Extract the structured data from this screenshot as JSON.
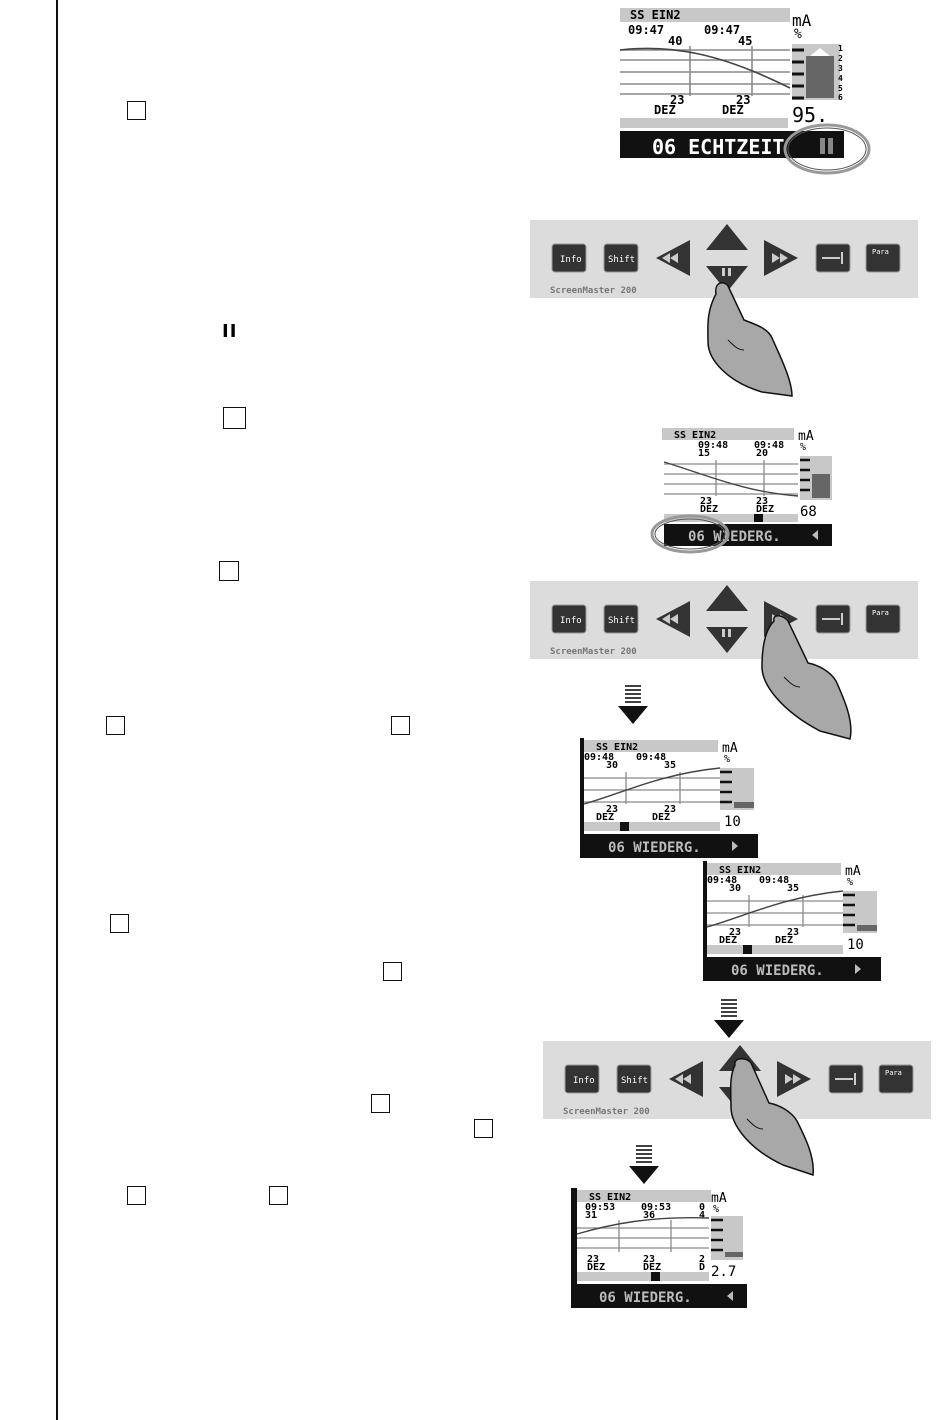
{
  "device": {
    "name": "ScreenMaster 200",
    "keys": {
      "info": "Info",
      "shift": "Shift",
      "para": "Para"
    }
  },
  "screens": {
    "s1": {
      "channel": "SS EIN2",
      "t1": "09:47",
      "s1": "40",
      "t2": "09:47",
      "s2": "45",
      "d1": "23",
      "m1": "DEZ",
      "d2": "23",
      "m2": "DEZ",
      "unit": "mA",
      "pct": "%",
      "value": "95.",
      "status": "06 ECHTZEIT",
      "scale": [
        "1",
        "2",
        "3",
        "4",
        "5",
        "6"
      ]
    },
    "s2": {
      "channel": "SS EIN2",
      "t1": "09:48",
      "s1": "15",
      "t2": "09:48",
      "s2": "20",
      "d1": "23",
      "m1": "DEZ",
      "d2": "23",
      "m2": "DEZ",
      "unit": "mA",
      "pct": "%",
      "value": "68",
      "status": "06 WIEDERG."
    },
    "s3": {
      "channel": "SS EIN2",
      "t1": "09:48",
      "s1": "30",
      "t2": "09:48",
      "s2": "35",
      "d1": "23",
      "m1": "DEZ",
      "d2": "23",
      "m2": "DEZ",
      "unit": "mA",
      "pct": "%",
      "value": "10",
      "status": "06 WIEDERG."
    },
    "s4": {
      "channel": "SS EIN2",
      "t1": "09:48",
      "s1": "30",
      "t2": "09:48",
      "s2": "35",
      "d1": "23",
      "m1": "DEZ",
      "d2": "23",
      "m2": "DEZ",
      "unit": "mA",
      "pct": "%",
      "value": "10",
      "status": "06 WIEDERG."
    },
    "s5": {
      "channel": "SS EIN2",
      "t1": "09:53",
      "s1": "31",
      "t2": "09:53",
      "s2": "36",
      "d1": "23",
      "m1": "DEZ",
      "d2": "23",
      "m2": "DEZ",
      "unit": "mA",
      "pct": "%",
      "value": "2.7",
      "status": "06 WIEDERG.",
      "t3": "0",
      "s3": "4",
      "d3": "2",
      "m3": "D"
    }
  },
  "text": {
    "pause_symbol": "II"
  }
}
